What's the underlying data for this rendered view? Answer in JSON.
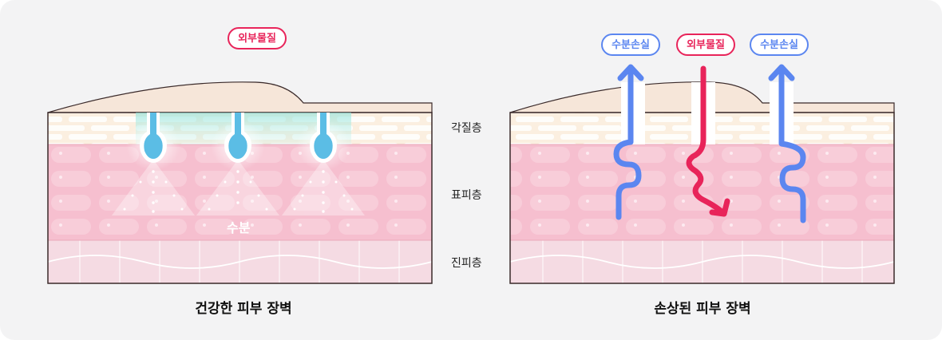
{
  "healthy": {
    "external_label": "외부물질",
    "moisture_label": "수분",
    "caption": "건강한 피부 장벽"
  },
  "layers": {
    "stratum_corneum": "각질층",
    "epidermis": "표피층",
    "dermis": "진피층"
  },
  "damaged": {
    "loss_left": "수분손실",
    "external_label": "외부물질",
    "loss_right": "수분손실",
    "caption": "손상된 피부 장벽"
  },
  "colors": {
    "panel_bg": "#f3f3f4",
    "horny_layer": "#fbefe0",
    "epidermis": "#f6bfcf",
    "dermis": "#f5dbe3",
    "external_red": "#e8245a",
    "moisture_loss_blue": "#5b86f0",
    "moisture_blue": "#5bbde5",
    "surface": "#f6e6d9",
    "outline": "#3a2a2a"
  }
}
